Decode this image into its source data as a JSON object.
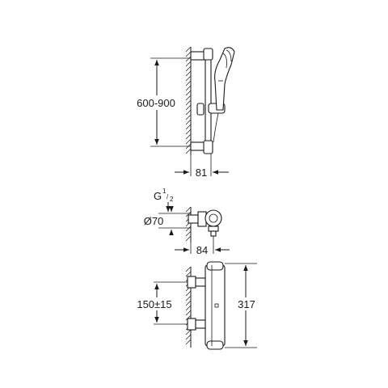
{
  "dimensions": {
    "rail_height": "600-900",
    "rail_depth": "81",
    "thread_main": "G",
    "thread_num": "1",
    "thread_den": "2",
    "diameter": "Ø70",
    "mixer_depth": "84",
    "inlet_spacing": "150±15",
    "mixer_height": "317"
  },
  "icons": {
    "wall_hatch": "wall-hatch-icon",
    "shower_head": "hand-shower-icon"
  }
}
